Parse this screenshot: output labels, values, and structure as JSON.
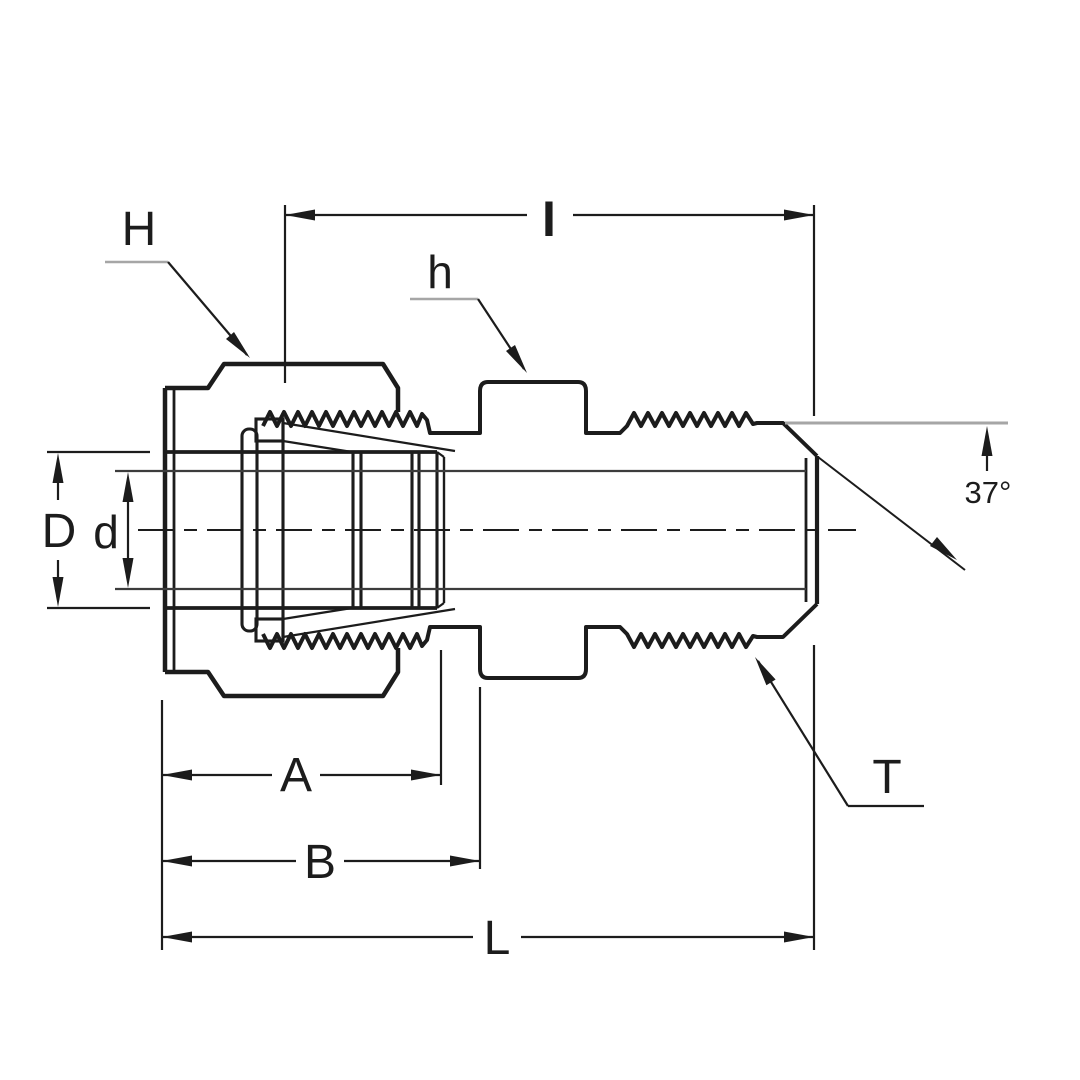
{
  "diagram": {
    "type": "technical-drawing",
    "subject": "tube-fitting-male-37-degree-flare-connector-cross-section",
    "labels": {
      "nut_hex": "H",
      "body_hex": "h",
      "length_I": "I",
      "outer_dia": "D",
      "inner_dia": "d",
      "dim_A": "A",
      "dim_B": "B",
      "overall_length": "L",
      "thread": "T",
      "flare_angle": "37°"
    },
    "colors": {
      "line": "#1c1c1c",
      "bore_line": "#3c3c3c",
      "reference_gray": "#a6a6a6",
      "background": "#ffffff"
    }
  }
}
